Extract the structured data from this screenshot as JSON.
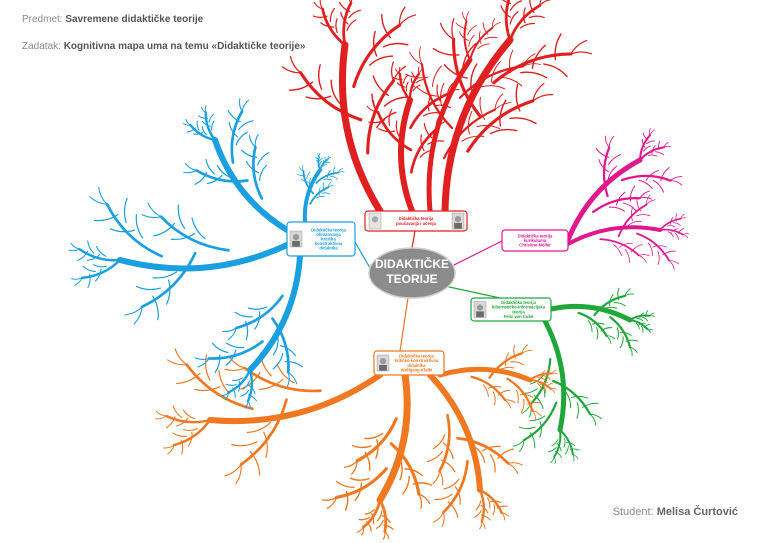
{
  "header": {
    "subject_label": "Predmet:",
    "subject_value": "Savremene didaktičke teorije",
    "task_label": "Zadatak:",
    "task_value": "Kognitivna mapa uma na temu «Didaktičke teorije»"
  },
  "footer": {
    "student_label": "Student:",
    "student_name": "Melisa Čurtović"
  },
  "center": {
    "line1": "DIDAKTIČKE",
    "line2": "TEORIJE",
    "fill": "#8c8c8c"
  },
  "branches": [
    {
      "id": "red",
      "color": "#e02020",
      "lines": [
        "Didaktička teorija",
        "poučavanja i učenja"
      ],
      "has_photo": true
    },
    {
      "id": "magenta",
      "color": "#e0188e",
      "lines": [
        "Didaktička teorija",
        "kurikuluma",
        "Christine Möller"
      ],
      "has_photo": false
    },
    {
      "id": "green",
      "color": "#1fa83a",
      "lines": [
        "Didaktička teorija",
        "kibernetičko-informacijska",
        "teorija",
        "Felix von Cube"
      ],
      "has_photo": true
    },
    {
      "id": "orange",
      "color": "#f07820",
      "lines": [
        "Didaktička teorija",
        "kritičko-konstruktivna",
        "didaktika",
        "Wolfgang Klafki"
      ],
      "has_photo": true
    },
    {
      "id": "blue",
      "color": "#1aa0e0",
      "lines": [
        "Didaktička teorija",
        "obrazovanja",
        "kritička",
        "konstruktivna",
        "didaktika"
      ],
      "has_photo": true
    }
  ]
}
